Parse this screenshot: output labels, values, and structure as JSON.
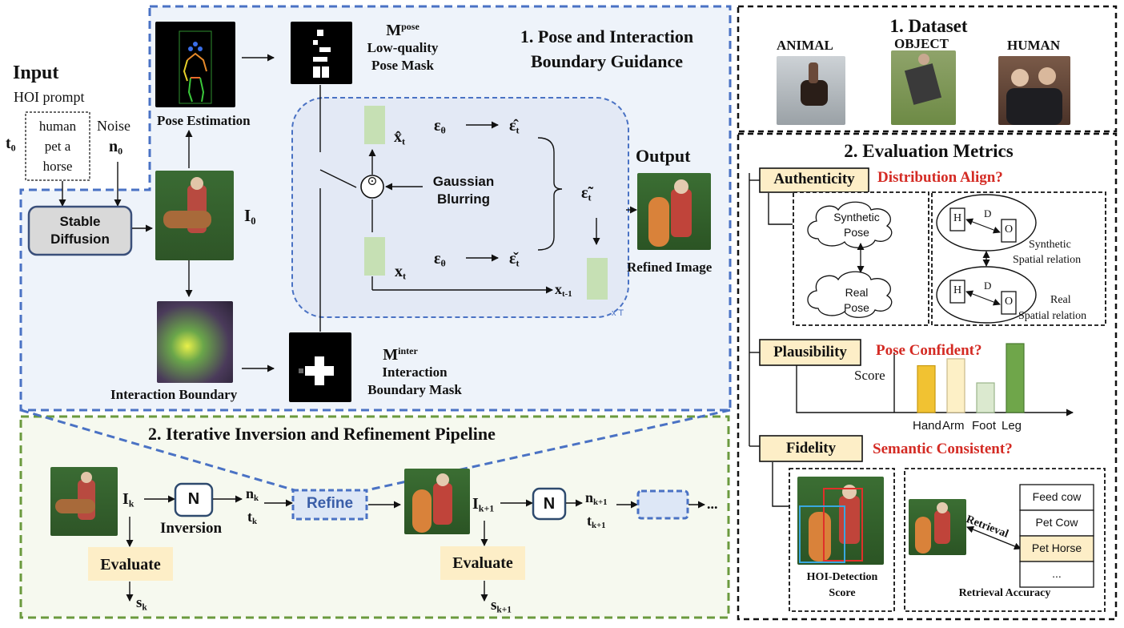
{
  "colors": {
    "blue_panel": "#eef3fa",
    "blue_dash": "#4a72c4",
    "inner_panel": "#e3e9f5",
    "green_panel": "#f6f9ef",
    "green_dash": "#6b9a3e",
    "latent_green": "#c6e0b4",
    "label_yellow": "#fdeec7",
    "red": "#d42b24",
    "bar_hand": "#f1c232",
    "bar_arm": "#fdf0c6",
    "bar_foot": "#dbe9cf",
    "bar_leg": "#6fa64a"
  },
  "input": {
    "title": "Input",
    "prompt_label": "HOI prompt",
    "t0_base": "t",
    "t0_sub": "0",
    "prompt_lines": [
      "human",
      "pet a",
      "horse"
    ],
    "noise_label": "Noise",
    "n0_base": "n",
    "n0_sub": "0",
    "sd_line1": "Stable",
    "sd_line2": "Diffusion"
  },
  "section1": {
    "title_line1": "1. Pose and Interaction",
    "title_line2": "Boundary Guidance",
    "pose_estimation": "Pose Estimation",
    "i0_base": "I",
    "i0_sub": "0",
    "interaction_boundary": "Interaction Boundary",
    "mpose_base": "M",
    "mpose_sup": "pose",
    "mpose_line1": "Low-quality",
    "mpose_line2": "Pose Mask",
    "minter_base": "M",
    "minter_sup": "inter",
    "minter_line1": "Interaction",
    "minter_line2": "Boundary Mask",
    "xhat_base": "x̂",
    "eps_base": "ε",
    "eps_sub": "θ",
    "t_sub": "t",
    "eps_hat_base": "ε̂",
    "blur_line1": "Gaussian",
    "blur_line2": "Blurring",
    "eps_tilde_base": "ε̃",
    "xt_base": "x",
    "eps_check_base": "ε̌",
    "xt1_base": "x",
    "xt1_sub": "t-1",
    "loop_label": "x T",
    "odot": "⊙",
    "output_label": "Output",
    "refined_image": "Refined Image"
  },
  "section2": {
    "title": "2. Iterative Inversion and  Refinement Pipeline",
    "ik_base": "I",
    "ik_sub": "k",
    "n_symbol": "N",
    "inversion": "Inversion",
    "nk_base": "n",
    "nk_sub": "k",
    "tk_base": "t",
    "tk_sub": "k",
    "refine": "Refine",
    "ik1_base": "I",
    "ik1_sub": "k+1",
    "nk1_base": "n",
    "nk1_sub": "k+1",
    "tk1_base": "t",
    "tk1_sub": "k+1",
    "ellipsis": "...",
    "evaluate": "Evaluate",
    "sk_base": "s",
    "sk_sub": "k",
    "sk1_base": "s",
    "sk1_sub": "k+1"
  },
  "dataset": {
    "title": "1. Dataset",
    "animal": "ANIMAL",
    "object": "OBJECT",
    "human": "HUMAN"
  },
  "metrics": {
    "title": "2. Evaluation Metrics",
    "authenticity": "Authenticity",
    "distribution_align": "Distribution Align?",
    "synthetic_pose_1": "Synthetic",
    "synthetic_pose_2": "Pose",
    "real_pose_1": "Real",
    "real_pose_2": "Pose",
    "h": "H",
    "d": "D",
    "o": "O",
    "synthetic_spatial_1": "Synthetic",
    "synthetic_spatial_2": "Spatial relation",
    "real_spatial_1": "Real",
    "real_spatial_2": "Spatial relation",
    "plausibility": "Plausibility",
    "pose_confident": "Pose Confident?",
    "score": "Score",
    "fidelity": "Fidelity",
    "semantic_consistent": "Semantic Consistent?",
    "hoi_detection_1": "HOI-Detection",
    "hoi_detection_2": "Score",
    "retrieval": "Retrieval",
    "retrieval_options": [
      "Feed cow",
      "Pet Cow",
      "Pet Horse",
      "..."
    ],
    "retrieval_accuracy": "Retrieval Accuracy"
  },
  "chart_data": {
    "type": "bar",
    "categories": [
      "Hand",
      "Arm",
      "Foot",
      "Leg"
    ],
    "values": [
      0.68,
      0.78,
      0.43,
      1.0
    ],
    "ylabel": "Score",
    "ylim": [
      0,
      1.1
    ],
    "grid": false
  }
}
